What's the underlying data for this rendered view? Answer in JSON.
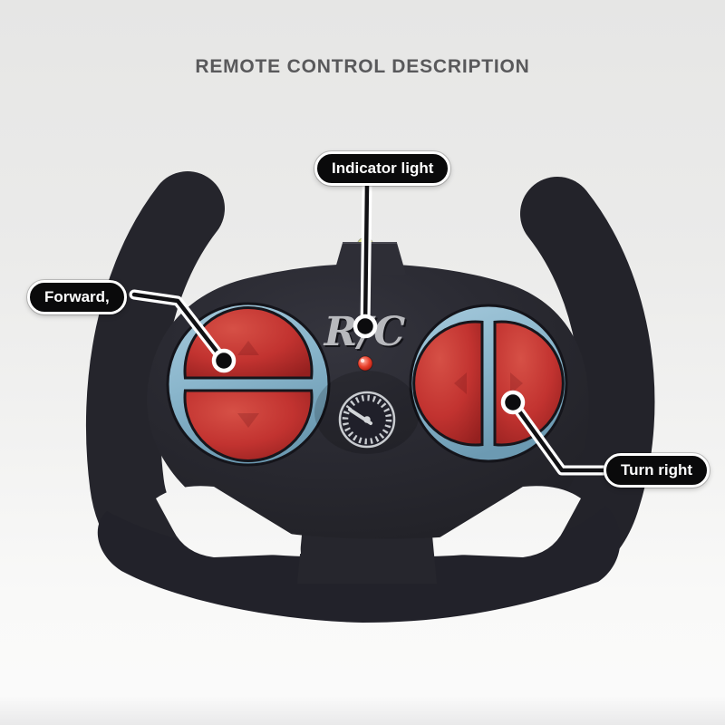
{
  "title": "REMOTE CONTROL DESCRIPTION",
  "callouts": {
    "indicator_light": "Indicator light",
    "forward": "Forward,",
    "turn_right": "Turn right"
  },
  "remote": {
    "logo": "R/C",
    "parts": {
      "left_button": "forward-backward rocker button",
      "right_button": "left-right rocker button",
      "indicator": "indicator LED",
      "gauge": "decorative speed gauge",
      "antenna": "antenna nub"
    }
  },
  "colors": {
    "background_top": "#e6e6e5",
    "background_bottom": "#ececed",
    "body_black": "#26262e",
    "ring_blue": "#8fbcd2",
    "button_red": "#c03330",
    "led_red": "#d92b1a",
    "antenna_yellow": "#d9df85",
    "logo_silver": "#b8b9bd",
    "callout_bg": "#0a0a0b",
    "callout_text": "#ffffff",
    "title_text": "#59595b"
  }
}
